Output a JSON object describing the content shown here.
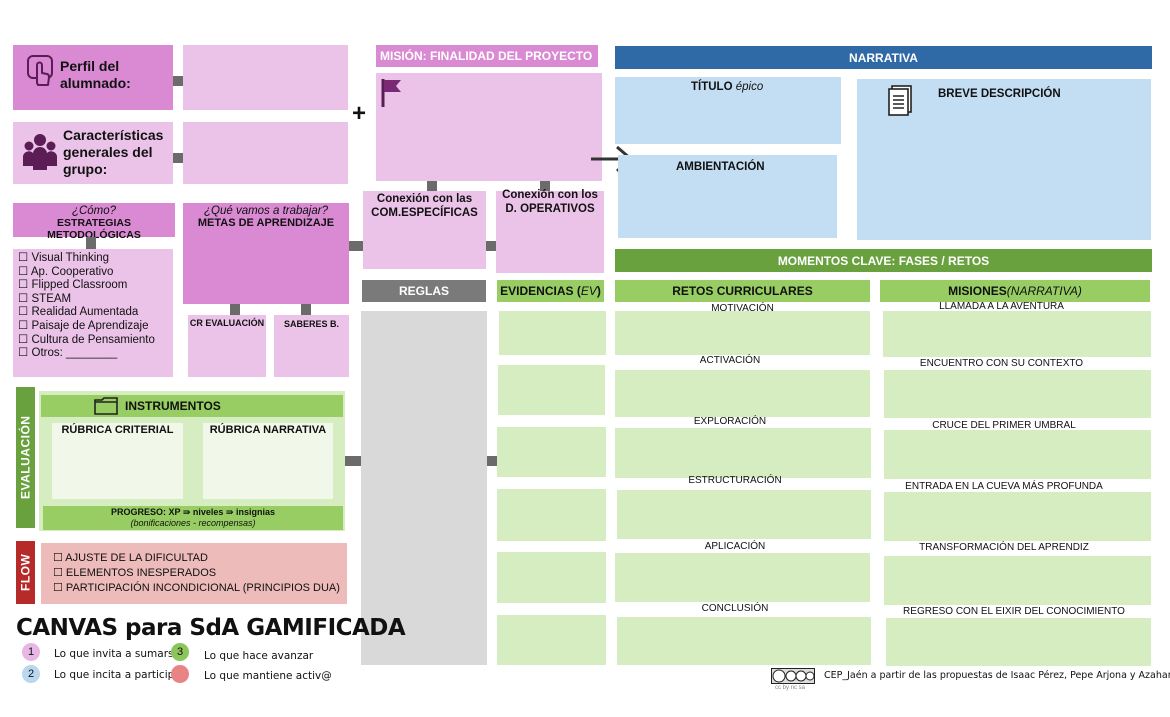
{
  "perfil": {
    "label_line1": "Perfil del",
    "label_line2": "alumnado:"
  },
  "caracteristicas": {
    "line1": "Características",
    "line2": "generales del",
    "line3": "grupo:"
  },
  "plus": "+",
  "mision": {
    "title": "MISIÓN: FINALIDAD DEL PROYECTO"
  },
  "conexion_ce": {
    "line1": "Conexión con las",
    "line2": "COM.ESPECÍFICAS"
  },
  "conexion_do": {
    "line1": "Conexión con los",
    "line2": "D. OPERATIVOS"
  },
  "estrategias": {
    "question": "¿Cómo?",
    "title": "ESTRATEGIAS METODOLÓGICAS",
    "items": [
      "☐ Visual Thinking",
      "☐ Ap. Cooperativo",
      "☐ Flipped Classroom",
      "☐ STEAM",
      "☐ Realidad Aumentada",
      "☐ Paisaje de Aprendizaje",
      "☐ Cultura de Pensamiento",
      "☐ Otros: ________"
    ]
  },
  "metas": {
    "question": "¿Qué vamos a trabajar?",
    "title": "METAS DE APRENDIZAJE"
  },
  "cr_evaluacion": "CR EVALUACIÓN",
  "saberes": "SABERES B.",
  "reglas": "REGLAS",
  "evidencias": {
    "prefix": "EVIDENCIAS (",
    "italic": "EV",
    "suffix": ")"
  },
  "narrativa": {
    "header": "NARRATIVA",
    "titulo_bold": "TÍTULO ",
    "titulo_italic": "épico",
    "ambientacion": "AMBIENTACIÓN",
    "breve": "BREVE DESCRIPCIÓN"
  },
  "momentos": {
    "header": "MOMENTOS CLAVE: FASES / RETOS"
  },
  "retos": {
    "header": "RETOS CURRICULARES",
    "stages": [
      "MOTIVACIÓN",
      "ACTIVACIÓN",
      "EXPLORACIÓN",
      "ESTRUCTURACIÓN",
      "APLICACIÓN",
      "CONCLUSIÓN"
    ]
  },
  "misiones": {
    "header_bold": "MISIONES ",
    "header_italic": "(NARRATIVA)",
    "stages": [
      "LLAMADA A LA AVENTURA",
      "ENCUENTRO CON SU CONTEXTO",
      "CRUCE DEL PRIMER UMBRAL",
      "ENTRADA EN LA CUEVA MÁS PROFUNDA",
      "TRANSFORMACIÓN DEL APRENDIZ",
      "REGRESO CON EL EIXIR DEL CONOCIMIENTO"
    ]
  },
  "evaluacion": {
    "side_label": "EVALUACIÓN",
    "instrumentos": "INSTRUMENTOS",
    "rubrica_criterial": "RÚBRICA CRITERIAL",
    "rubrica_narrativa": "RÚBRICA NARRATIVA",
    "progreso_line1": "PROGRESO: XP ⇛ niveles ⇛ insignias",
    "progreso_line2": "(bonificaciones - recompensas)"
  },
  "flow": {
    "side_label": "FLOW",
    "items": [
      "☐   AJUSTE DE LA DIFICULTAD",
      "☐   ELEMENTOS INESPERADOS",
      "☐   PARTICIPACIÓN INCONDICIONAL (PRINCIPIOS DUA)"
    ]
  },
  "canvas_title": "CANVAS para SdA GAMIFICADA",
  "legend": [
    {
      "num": "1",
      "text": "Lo que invita a sumarse",
      "color": "#e7b6e4"
    },
    {
      "num": "2",
      "text": "Lo que incita a participar",
      "color": "#b9d7ef"
    },
    {
      "num": "3",
      "text": "Lo que hace avanzar",
      "color": "#8cc55a"
    },
    {
      "num": "",
      "text": "Lo que mantiene activ@",
      "color": "#e88484"
    }
  ],
  "credits": "CEP_Jaén a partir de las propuestas de Isaac Pérez, Pepe Arjona y Azahara Peralta",
  "license": "cc by nc sa",
  "icons": [
    "touch-icon",
    "group-icon",
    "flag-icon",
    "arrow-right-icon",
    "document-icon",
    "folder-icon",
    "cc-license-icon"
  ]
}
